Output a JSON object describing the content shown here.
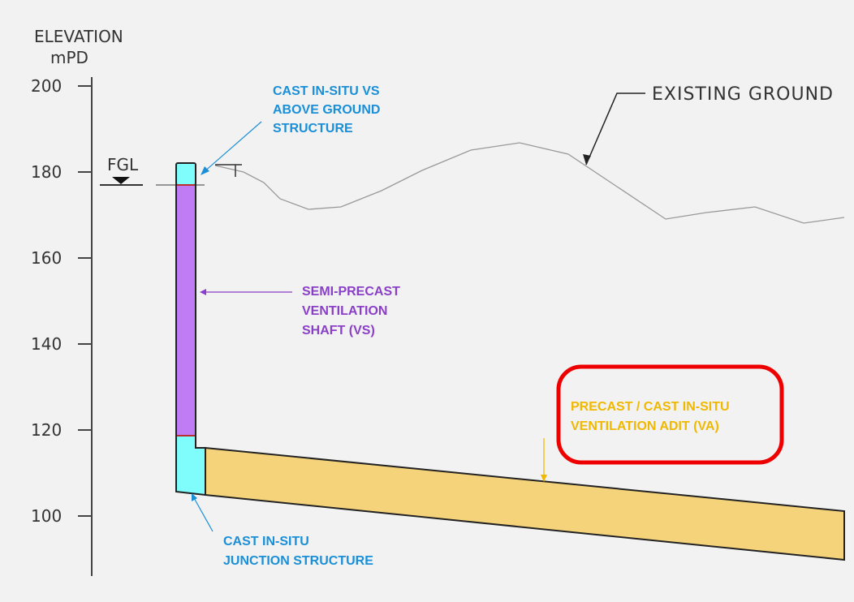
{
  "axis": {
    "title_line1": "ELEVATION",
    "title_line2": "mPD",
    "ticks": [
      "200",
      "180",
      "160",
      "140",
      "120",
      "100"
    ]
  },
  "fgl_label": "FGL",
  "existing_ground": "EXISTING GROUND",
  "labels": {
    "above_ground": [
      "CAST IN-SITU VS",
      "ABOVE GROUND",
      "STRUCTURE"
    ],
    "shaft": [
      "SEMI-PRECAST",
      "VENTILATION",
      "SHAFT (VS)"
    ],
    "adit": [
      "PRECAST / CAST IN-SITU",
      "VENTILATION ADIT (VA)"
    ],
    "junction": [
      "CAST IN-SITU",
      "JUNCTION STRUCTURE"
    ]
  },
  "colors": {
    "cyan": "#7ffcfc",
    "purple": "#c07cf5",
    "adit": "#f5d37a",
    "blue_text": "#1a8fd8",
    "purple_text": "#8a3fc8",
    "yellow_text": "#f0b800",
    "highlight": "#ee0000"
  }
}
